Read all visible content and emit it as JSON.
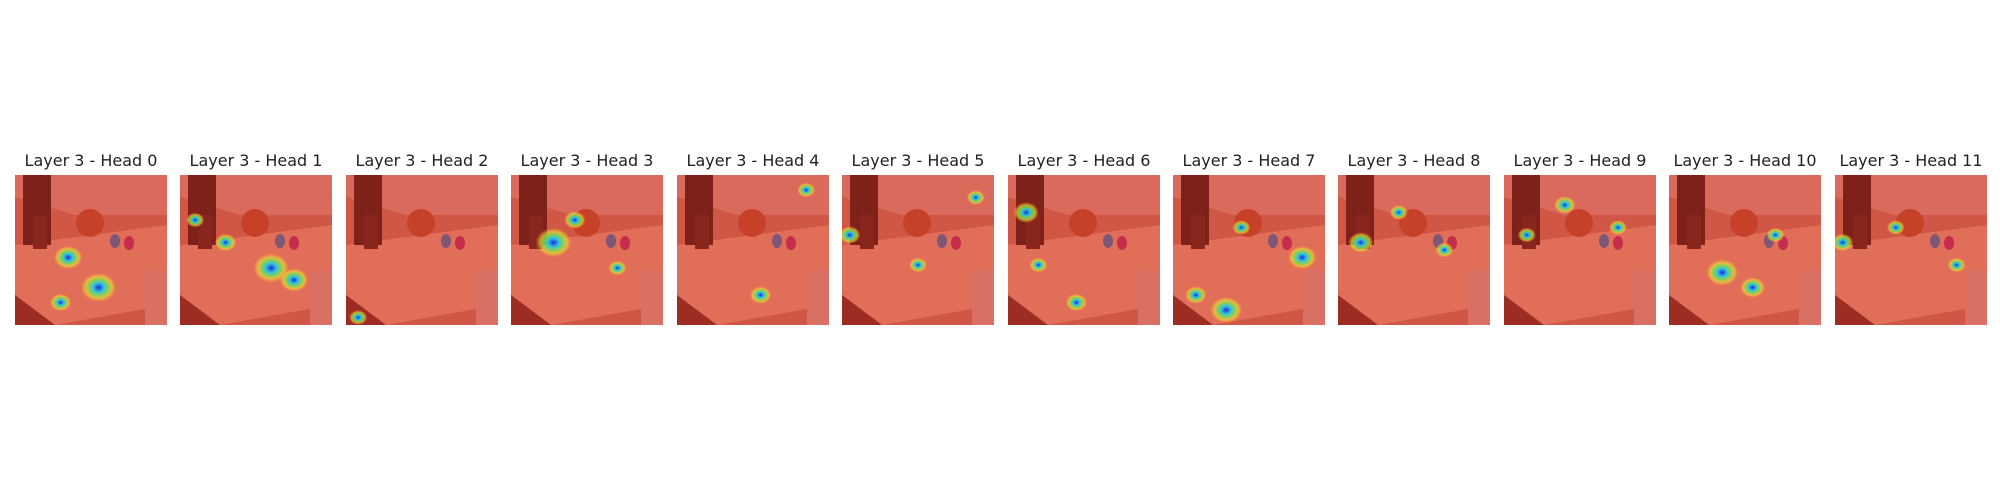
{
  "figure": {
    "panels": [
      {
        "title": "Layer 3 - Head 0",
        "hotspots": [
          [
            0.35,
            0.55,
            0.08
          ],
          [
            0.55,
            0.75,
            0.1
          ],
          [
            0.3,
            0.85,
            0.06
          ]
        ]
      },
      {
        "title": "Layer 3 - Head 1",
        "hotspots": [
          [
            0.6,
            0.62,
            0.1
          ],
          [
            0.75,
            0.7,
            0.08
          ],
          [
            0.3,
            0.45,
            0.06
          ],
          [
            0.1,
            0.3,
            0.05
          ]
        ]
      },
      {
        "title": "Layer 3 - Head 2",
        "hotspots": [
          [
            0.08,
            0.95,
            0.05
          ]
        ]
      },
      {
        "title": "Layer 3 - Head 3",
        "hotspots": [
          [
            0.28,
            0.45,
            0.1
          ],
          [
            0.42,
            0.3,
            0.06
          ],
          [
            0.7,
            0.62,
            0.05
          ]
        ]
      },
      {
        "title": "Layer 3 - Head 4",
        "hotspots": [
          [
            0.55,
            0.8,
            0.06
          ],
          [
            0.85,
            0.1,
            0.05
          ]
        ]
      },
      {
        "title": "Layer 3 - Head 5",
        "hotspots": [
          [
            0.05,
            0.4,
            0.06
          ],
          [
            0.88,
            0.15,
            0.05
          ],
          [
            0.5,
            0.6,
            0.05
          ]
        ]
      },
      {
        "title": "Layer 3 - Head 6",
        "hotspots": [
          [
            0.12,
            0.25,
            0.07
          ],
          [
            0.45,
            0.85,
            0.06
          ],
          [
            0.2,
            0.6,
            0.05
          ]
        ]
      },
      {
        "title": "Layer 3 - Head 7",
        "hotspots": [
          [
            0.85,
            0.55,
            0.08
          ],
          [
            0.35,
            0.9,
            0.09
          ],
          [
            0.45,
            0.35,
            0.05
          ],
          [
            0.15,
            0.8,
            0.06
          ]
        ]
      },
      {
        "title": "Layer 3 - Head 8",
        "hotspots": [
          [
            0.15,
            0.45,
            0.07
          ],
          [
            0.4,
            0.25,
            0.05
          ],
          [
            0.7,
            0.5,
            0.05
          ]
        ]
      },
      {
        "title": "Layer 3 - Head 9",
        "hotspots": [
          [
            0.4,
            0.2,
            0.06
          ],
          [
            0.15,
            0.4,
            0.05
          ],
          [
            0.75,
            0.35,
            0.05
          ]
        ]
      },
      {
        "title": "Layer 3 - Head 10",
        "hotspots": [
          [
            0.35,
            0.65,
            0.09
          ],
          [
            0.55,
            0.75,
            0.07
          ],
          [
            0.7,
            0.4,
            0.05
          ]
        ]
      },
      {
        "title": "Layer 3 - Head 11",
        "hotspots": [
          [
            0.05,
            0.45,
            0.06
          ],
          [
            0.4,
            0.35,
            0.05
          ],
          [
            0.8,
            0.6,
            0.05
          ]
        ]
      }
    ]
  }
}
